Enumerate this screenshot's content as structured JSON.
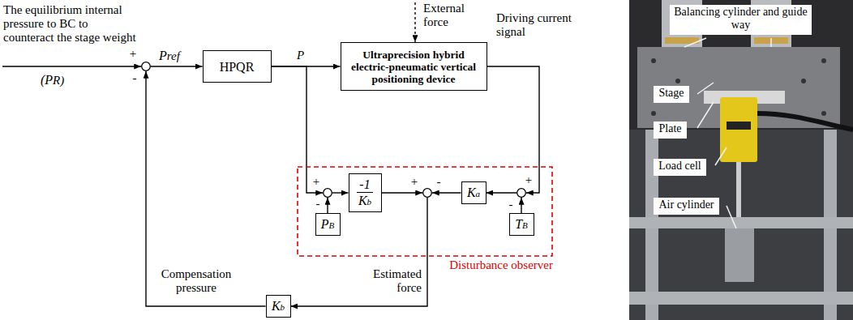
{
  "diagram": {
    "nodes": [
      {
        "text": [
          "+",
          "-"
        ]
      },
      {
        "text": [
          "HPQR"
        ]
      },
      {
        "text": [
          "Ultraprecision hybrid electric-pneumatic vertical positioning device"
        ]
      },
      {
        "text": [
          "Disturbance observer"
        ]
      },
      {
        "text": [
          "+",
          "-"
        ],
        "in": 3
      },
      {
        "text": [
          "-1",
          "Kb"
        ],
        "in": 3
      },
      {
        "text": [
          "PB"
        ],
        "in": 3
      },
      {
        "text": [
          "+",
          "-"
        ],
        "in": 3
      },
      {
        "text": [
          "Ka"
        ],
        "in": 3
      },
      {
        "text": [
          "+",
          "-"
        ],
        "in": 3
      },
      {
        "text": [
          "TB"
        ],
        "in": 3
      },
      {
        "text": [
          "Kb"
        ]
      },
      {
        "text": [
          "Balancing cylinder and guide way"
        ]
      },
      {
        "text": [
          "Stage"
        ]
      },
      {
        "text": [
          "Plate"
        ]
      },
      {
        "text": [
          "Load cell"
        ]
      },
      {
        "text": [
          "Air cylinder"
        ]
      }
    ],
    "edges": [
      {
        "from": 0,
        "to": 1,
        "arrow": "to",
        "label": "Pref"
      },
      {
        "from": 1,
        "to": 2,
        "arrow": "to",
        "label": "P"
      },
      {
        "from": 2,
        "to": 9,
        "arrow": "to",
        "label": "Driving current signal"
      },
      {
        "from": 1,
        "to": 4,
        "arrow": "to"
      },
      {
        "from": 6,
        "to": 4,
        "arrow": "to"
      },
      {
        "from": 4,
        "to": 5,
        "arrow": "to"
      },
      {
        "from": 5,
        "to": 7,
        "arrow": "to"
      },
      {
        "from": 10,
        "to": 9,
        "arrow": "to"
      },
      {
        "from": 9,
        "to": 8,
        "arrow": "to"
      },
      {
        "from": 8,
        "to": 7,
        "arrow": "to"
      },
      {
        "from": 7,
        "to": 11,
        "arrow": "to",
        "label": "Estimated force"
      },
      {
        "from": 11,
        "to": 0,
        "arrow": "to",
        "label": "Compensation pressure"
      }
    ],
    "labels": [
      "The equilibrium internal pressure to BC to counteract the stage weight",
      "(PR)",
      "External force"
    ]
  }
}
